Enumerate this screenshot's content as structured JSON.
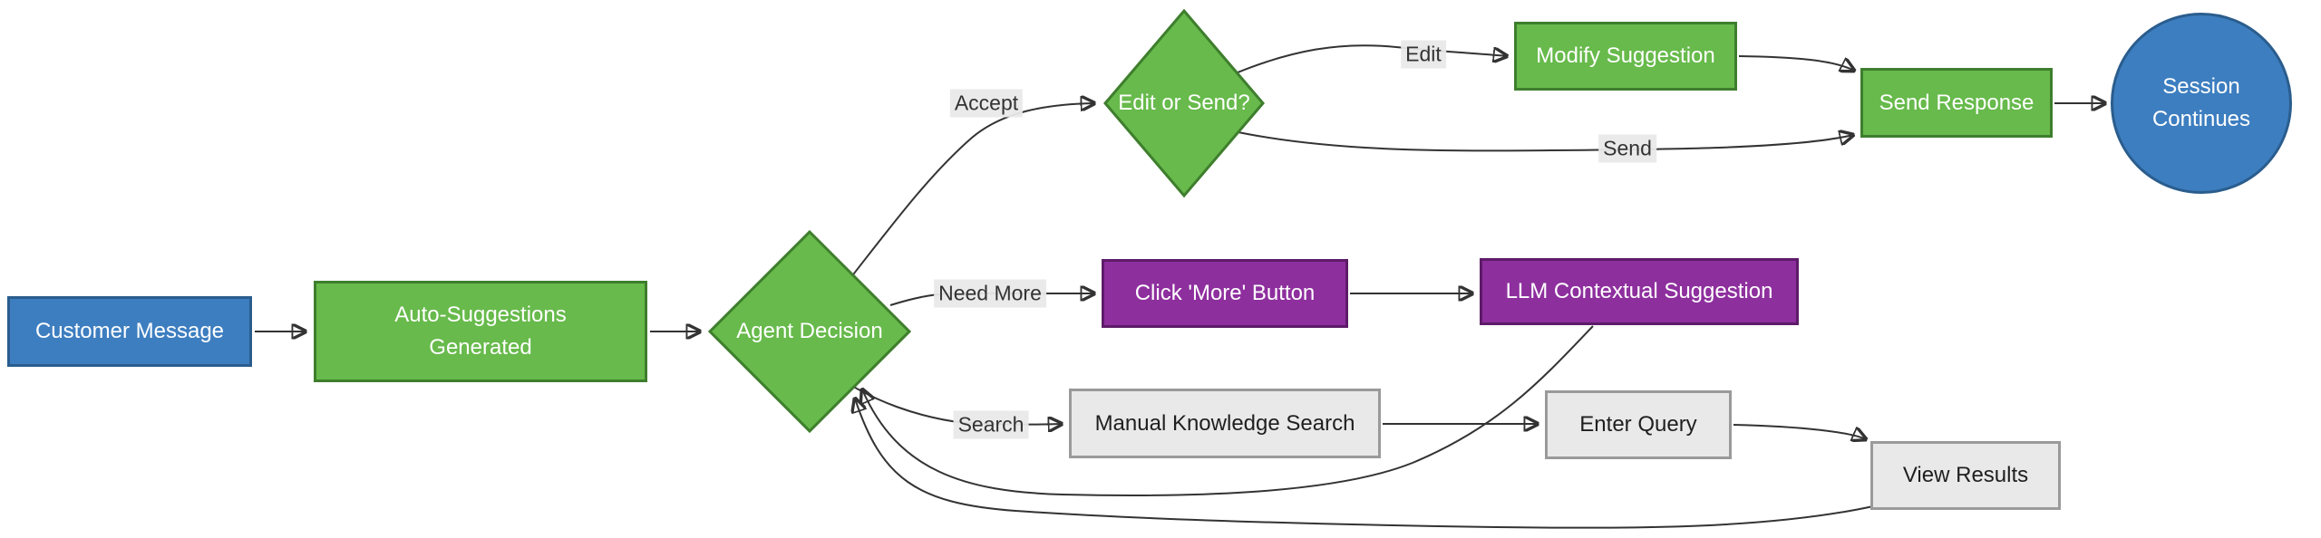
{
  "diagram": {
    "type": "flowchart",
    "direction": "left-to-right",
    "nodes": {
      "customer_message": {
        "label": "Customer Message",
        "shape": "rect",
        "color": "blue"
      },
      "auto_suggestions": {
        "label": "Auto-Suggestions\nGenerated",
        "shape": "rect",
        "color": "green"
      },
      "agent_decision": {
        "label": "Agent Decision",
        "shape": "diamond",
        "color": "green"
      },
      "edit_or_send": {
        "label": "Edit or Send?",
        "shape": "diamond",
        "color": "green"
      },
      "modify_suggestion": {
        "label": "Modify Suggestion",
        "shape": "rect",
        "color": "green"
      },
      "send_response": {
        "label": "Send Response",
        "shape": "rect",
        "color": "green"
      },
      "session_continues": {
        "label": "Session Continues",
        "shape": "circle",
        "color": "blue"
      },
      "click_more": {
        "label": "Click 'More' Button",
        "shape": "rect",
        "color": "purple"
      },
      "llm_suggestion": {
        "label": "LLM Contextual Suggestion",
        "shape": "rect",
        "color": "purple"
      },
      "manual_search": {
        "label": "Manual Knowledge Search",
        "shape": "rect",
        "color": "gray"
      },
      "enter_query": {
        "label": "Enter Query",
        "shape": "rect",
        "color": "gray"
      },
      "view_results": {
        "label": "View Results",
        "shape": "rect",
        "color": "gray"
      }
    },
    "edge_labels": {
      "accept": "Accept",
      "edit": "Edit",
      "send": "Send",
      "need_more": "Need More",
      "search": "Search"
    },
    "edges": [
      {
        "from": "customer_message",
        "to": "auto_suggestions",
        "label": ""
      },
      {
        "from": "auto_suggestions",
        "to": "agent_decision",
        "label": ""
      },
      {
        "from": "agent_decision",
        "to": "edit_or_send",
        "label": "Accept"
      },
      {
        "from": "edit_or_send",
        "to": "modify_suggestion",
        "label": "Edit"
      },
      {
        "from": "edit_or_send",
        "to": "send_response",
        "label": "Send"
      },
      {
        "from": "modify_suggestion",
        "to": "send_response",
        "label": ""
      },
      {
        "from": "send_response",
        "to": "session_continues",
        "label": ""
      },
      {
        "from": "agent_decision",
        "to": "click_more",
        "label": "Need More"
      },
      {
        "from": "click_more",
        "to": "llm_suggestion",
        "label": ""
      },
      {
        "from": "llm_suggestion",
        "to": "agent_decision",
        "label": ""
      },
      {
        "from": "agent_decision",
        "to": "manual_search",
        "label": "Search"
      },
      {
        "from": "manual_search",
        "to": "enter_query",
        "label": ""
      },
      {
        "from": "enter_query",
        "to": "view_results",
        "label": ""
      },
      {
        "from": "view_results",
        "to": "agent_decision",
        "label": ""
      }
    ],
    "colors": {
      "blue_fill": "#3d7ec0",
      "blue_stroke": "#2a5d8d",
      "green_fill": "#67ba4b",
      "green_stroke": "#3e7e2d",
      "purple_fill": "#8e2f9e",
      "purple_stroke": "#5e1b69",
      "gray_fill": "#e9e9e9",
      "gray_stroke": "#9a9a9a",
      "edge_line": "#333333",
      "edge_label_bg": "#e9e9e9",
      "background": "#ffffff"
    }
  }
}
